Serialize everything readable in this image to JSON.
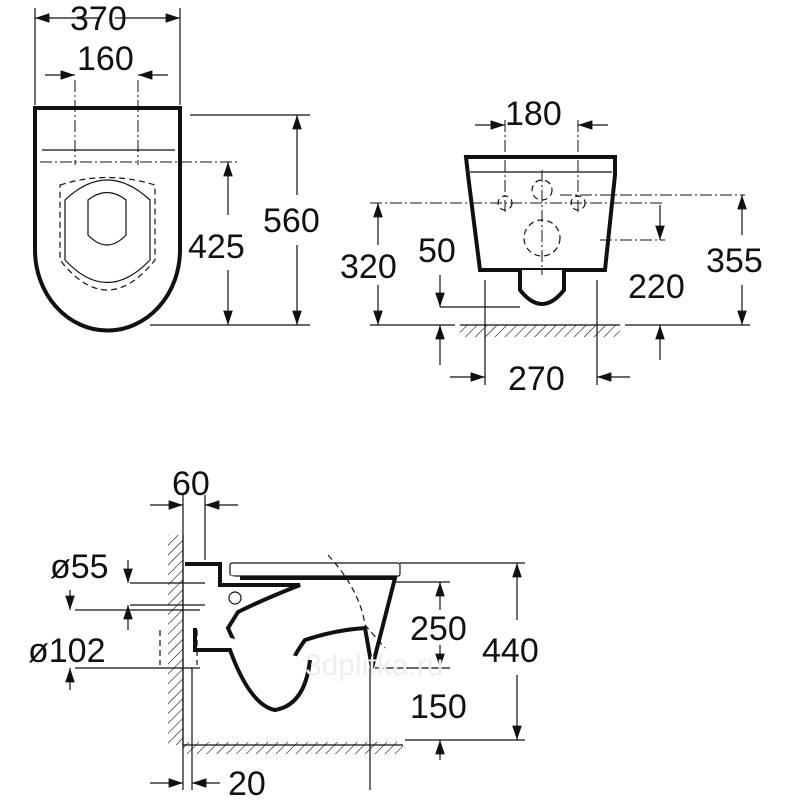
{
  "watermark": "3dplitka.ru",
  "top_view": {
    "width_total": "370",
    "hole_spacing": "160",
    "hole_to_front": "425",
    "length_total": "560"
  },
  "front_view": {
    "hole_spacing": "180",
    "hole_height": "320",
    "outlet_offset": "50",
    "outlet_height": "220",
    "inlet_height": "355",
    "body_width": "270"
  },
  "side_view": {
    "wall_offset": "60",
    "inlet_diameter": "ø55",
    "outlet_diameter": "ø102",
    "seat_to_outlet": "250",
    "total_height": "440",
    "outlet_height": "150",
    "outlet_wall_gap": "20"
  },
  "colors": {
    "line": "#111111",
    "background": "#ffffff"
  }
}
